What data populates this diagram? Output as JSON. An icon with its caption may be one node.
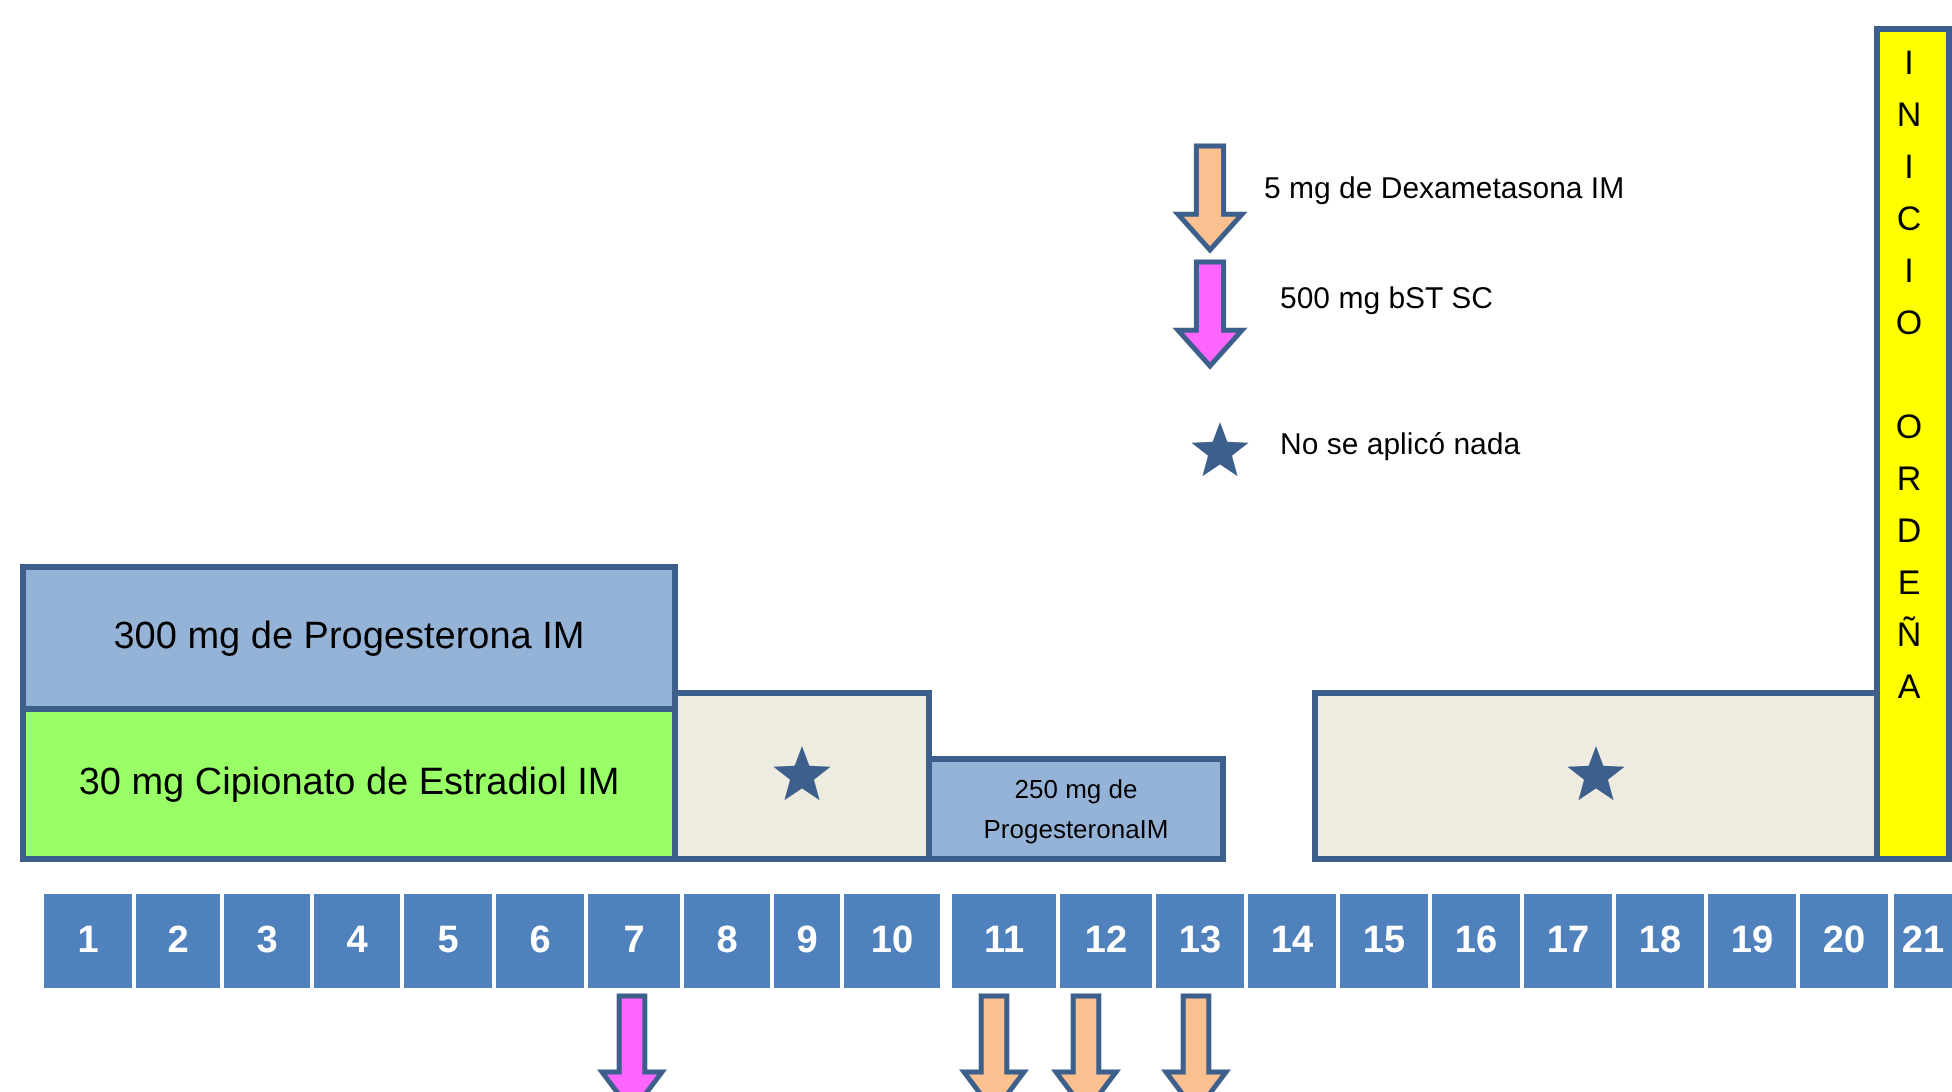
{
  "diagram": {
    "nodes": [
      {
        "text": [
          "300 mg de Progesterona IM"
        ]
      },
      {
        "text": [
          "30 mg Cipionato de Estradiol IM"
        ]
      },
      {
        "text": [],
        "shape": "box"
      },
      {
        "text": [
          "250 mg de ProgesteronaIM"
        ]
      },
      {
        "text": [],
        "shape": "box"
      },
      {
        "text": [
          "INICIO ORDEÑA"
        ]
      }
    ],
    "labels": [
      "1",
      "2",
      "3",
      "4",
      "5",
      "6",
      "7",
      "8",
      "9",
      "10",
      "11",
      "12",
      "13",
      "14",
      "15",
      "16",
      "17",
      "18",
      "19",
      "20",
      "21"
    ],
    "legend": [
      {
        "text": "5 mg de Dexametasona IM"
      },
      {
        "text": "500 mg  bST SC"
      },
      {
        "text": "No se aplicó nada"
      }
    ]
  }
}
